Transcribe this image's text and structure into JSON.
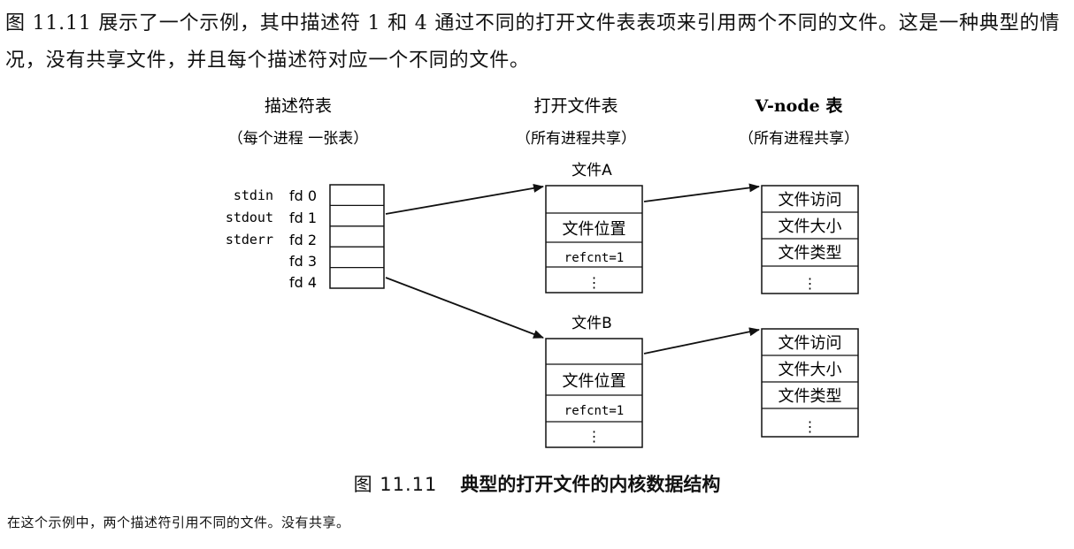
{
  "text": {
    "paragraph": "图 11.11 展示了一个示例，其中描述符 1 和 4 通过不同的打开文件表表项来引用两个不同的文件。这是一种典型的情况，没有共享文件，并且每个描述符对应一个不同的文件。",
    "caption_number": "图 11.11",
    "caption_title": "典型的打开文件的内核数据结构",
    "note": "在这个示例中，两个描述符引用不同的文件。没有共享。"
  },
  "diagram": {
    "descriptor_table": {
      "title": "描述符表",
      "subtitle": "（每个进程 一张表）",
      "rows": [
        {
          "stream": "stdin",
          "fd": "fd 0"
        },
        {
          "stream": "stdout",
          "fd": "fd 1"
        },
        {
          "stream": "stderr",
          "fd": "fd 2"
        },
        {
          "stream": "",
          "fd": "fd 3"
        },
        {
          "stream": "",
          "fd": "fd 4"
        }
      ]
    },
    "open_file_table": {
      "title": "打开文件表",
      "subtitle": "（所有进程共享）",
      "files": [
        {
          "label": "文件A",
          "cells": [
            "",
            "文件位置",
            "refcnt=1",
            "⋮"
          ]
        },
        {
          "label": "文件B",
          "cells": [
            "",
            "文件位置",
            "refcnt=1",
            "⋮"
          ]
        }
      ]
    },
    "vnode_table": {
      "title": "V-node 表",
      "subtitle": "（所有进程共享）",
      "entries": [
        {
          "cells": [
            "文件访问",
            "文件大小",
            "文件类型",
            "⋮"
          ]
        },
        {
          "cells": [
            "文件访问",
            "文件大小",
            "文件类型",
            "⋮"
          ]
        }
      ]
    }
  }
}
